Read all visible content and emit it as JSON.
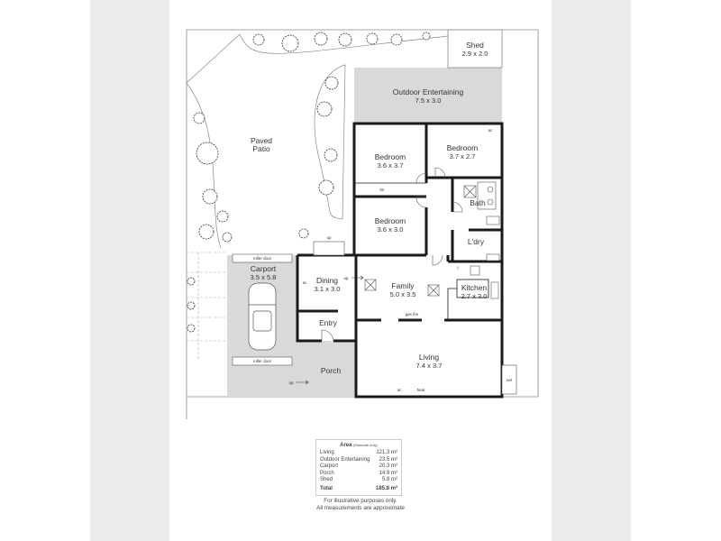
{
  "rooms": {
    "shed": {
      "name": "Shed",
      "dims": "2.9 x 2.0"
    },
    "outdoor": {
      "name": "Outdoor Entertaining",
      "dims": "7.5 x 3.0"
    },
    "patio": {
      "line1": "Paved",
      "line2": "Patio"
    },
    "bed1": {
      "name": "Bedroom",
      "dims": "3.6 x 3.7"
    },
    "bed2": {
      "name": "Bedroom",
      "dims": "3.7 x 2.7"
    },
    "bed3": {
      "name": "Bedroom",
      "dims": "3.6 x 3.0"
    },
    "bath": {
      "name": "Bath"
    },
    "laundry": {
      "name": "L'dry"
    },
    "carport": {
      "name": "Carport",
      "dims": "3.5 x 5.8"
    },
    "dining": {
      "name": "Dining",
      "dims": "3.1 x 3.0"
    },
    "family": {
      "name": "Family",
      "dims": "5.0 x 3.5"
    },
    "kitchen": {
      "name": "Kitchen",
      "dims": "2.7 x 3.0"
    },
    "entry": {
      "name": "Entry"
    },
    "porch": {
      "name": "Porch"
    },
    "living": {
      "name": "Living",
      "dims": "7.4 x 3.7"
    }
  },
  "annotations": {
    "bir": "bir",
    "roller_door": "roller door",
    "up": "up",
    "ac": "ac",
    "heat": "heat",
    "gas_fire": "gas fire",
    "rwt": "rwt",
    "f": "f"
  },
  "area_table": {
    "title": "Area",
    "subtitle": "(Estimate only)",
    "rows": [
      {
        "label": "Living",
        "value": "121.3 m²"
      },
      {
        "label": "Outdoor Entertaining",
        "value": "23.5 m²"
      },
      {
        "label": "Carport",
        "value": "20.3 m²"
      },
      {
        "label": "Porch",
        "value": "14.9 m²"
      },
      {
        "label": "Shed",
        "value": "5.8 m²"
      }
    ],
    "total": {
      "label": "Total",
      "value": "185.8 m²"
    }
  },
  "disclaimer": {
    "line1": "For illustrative purposes only.",
    "line2": "All measurements are approximate"
  },
  "colors": {
    "wall": "#1a1a1a",
    "shaded": "#d9d9d9",
    "side_strip": "#ebecee"
  }
}
